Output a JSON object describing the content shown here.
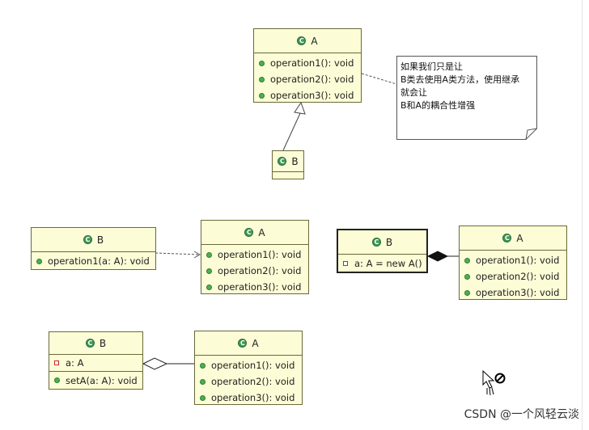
{
  "diagrams": {
    "inherit": {
      "class_a": {
        "name": "A",
        "methods": [
          "operation1(): void",
          "operation2(): void",
          "operation3(): void"
        ]
      },
      "class_b": {
        "name": "B"
      },
      "note": [
        "如果我们只是让",
        "B类去使用A类方法，使用继承",
        "就会让",
        "B和A的耦合性增强"
      ]
    },
    "dependency": {
      "class_b": {
        "name": "B",
        "methods": [
          "operation1(a: A): void"
        ]
      },
      "class_a": {
        "name": "A",
        "methods": [
          "operation1(): void",
          "operation2(): void",
          "operation3(): void"
        ]
      }
    },
    "composition": {
      "class_b": {
        "name": "B",
        "attributes": [
          "a: A = new A()"
        ]
      },
      "class_a": {
        "name": "A",
        "methods": [
          "operation1(): void",
          "operation2(): void",
          "operation3(): void"
        ]
      }
    },
    "aggregation": {
      "class_b": {
        "name": "B",
        "attributes": [
          "a: A"
        ],
        "methods": [
          "setA(a: A): void"
        ]
      },
      "class_a": {
        "name": "A",
        "methods": [
          "operation1(): void",
          "operation2(): void",
          "operation3(): void"
        ]
      }
    }
  },
  "icons": {
    "class": "class-icon",
    "public_method": "public-method-icon",
    "private_field": "private-field-icon",
    "cursor": "forbidden-cursor-icon"
  },
  "colors": {
    "class_fill": "#fcfcd6",
    "class_border": "#6a6a3a",
    "class_icon": "#3d9a55",
    "method_icon": "#4caf50",
    "field_icon": "#c62828"
  },
  "watermark": "CSDN @一个风轻云淡"
}
